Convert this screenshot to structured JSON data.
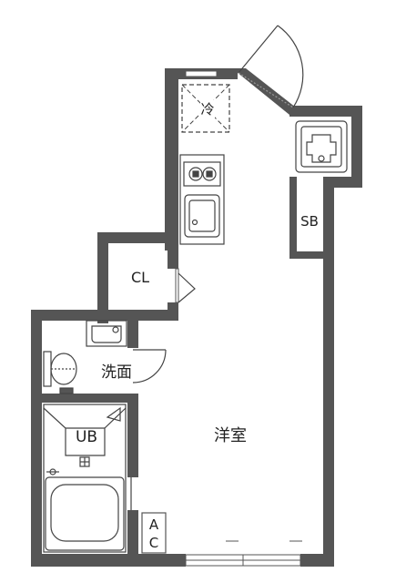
{
  "labels": {
    "refrigerator": "冷",
    "shoe_box": "SB",
    "closet": "CL",
    "washroom": "洗面",
    "unit_bath": "UB",
    "western_room": "洋室",
    "ac_a": "A",
    "ac_c": "C"
  },
  "colors": {
    "wall": "#555555",
    "fixture": "#444444",
    "background": "#ffffff"
  }
}
